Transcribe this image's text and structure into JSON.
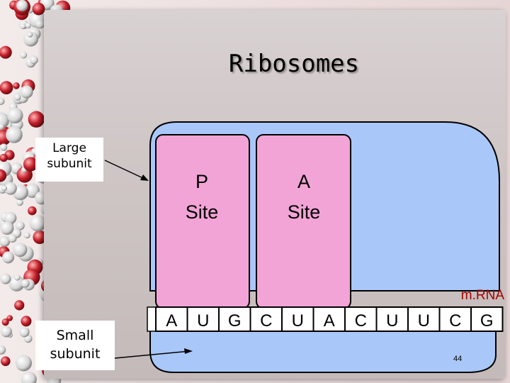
{
  "slide": {
    "title": "Ribosomes",
    "page_number": "44"
  },
  "labels": {
    "large_subunit": [
      "Large",
      "subunit"
    ],
    "small_subunit": [
      "Small",
      "subunit"
    ],
    "p_site": [
      "P",
      "Site"
    ],
    "a_site": [
      "A",
      "Site"
    ],
    "mrna": "m.RNA"
  },
  "mrna_codons": [
    "A",
    "U",
    "G",
    "C",
    "U",
    "A",
    "C",
    "U",
    "U",
    "C",
    "G"
  ],
  "colors": {
    "subunit_fill": "#a9c8f9",
    "site_fill": "#f2a4d6",
    "mrna_label": "#a40000"
  }
}
